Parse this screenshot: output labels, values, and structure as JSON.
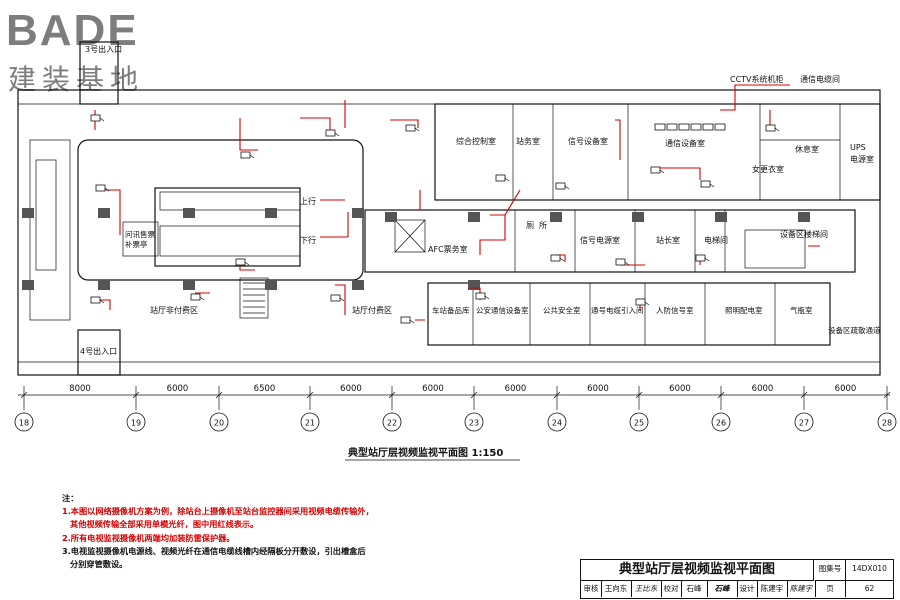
{
  "logo": {
    "mark": "BADE",
    "subtitle": "建装基地"
  },
  "plan": {
    "title": "典型站厅层视频监视平面图 1:150",
    "entrances": {
      "north": "3号出入口",
      "south": "4号出入口"
    },
    "rooms": {
      "cctv_cabinet": "CCTV系统机柜",
      "comm_cable_room": "通信电缆间",
      "integrated_control": "综合控制室",
      "station_office": "站务室",
      "signal_equipment": "信号设备室",
      "comm_equipment": "通信设备室",
      "rest_room": "休息室",
      "female_changing": "女更衣室",
      "ups_room": "UPS\n电源室",
      "ticket_office": "问讯售票\n补票亭",
      "up_line": "上行",
      "down_line": "下行",
      "afc_ticket": "AFC票务室",
      "toilet_m": "厕",
      "toilet_f": "所",
      "signal_power": "信号电源室",
      "station_master": "站长室",
      "elevator_room": "电梯间",
      "equipment_stair": "设备区楼梯间",
      "unpaid_area": "站厅非付费区",
      "paid_area": "站厅付费区",
      "station_storage": "车站备品库",
      "police_comm": "公安通信设备室",
      "public_security": "公共安全室",
      "comm_cable_entry": "通号电缆引入间",
      "civil_defense": "人防信号室",
      "lighting_power": "照明配电室",
      "gas_room": "气瓶室",
      "equipment_corridor": "设备区疏散通道"
    },
    "dimensions": [
      "8000",
      "6000",
      "6500",
      "6000",
      "6000",
      "6000",
      "6000",
      "6000",
      "6000",
      "6000"
    ],
    "axes": [
      "18",
      "19",
      "20",
      "21",
      "22",
      "23",
      "24",
      "25",
      "26",
      "27",
      "28"
    ]
  },
  "notes": {
    "heading": "注：",
    "line1": "1.本图以网络摄像机方案为例，除站台上摄像机至站台监控器间采用视频电缆传输外，",
    "line1b": "其他视频传输全部采用单模光纤，图中用红线表示。",
    "line2": "2.所有电视监视摄像机两端均加装防雷保护器。",
    "line3": "3.电视监视摄像机电源线、视频光纤在通信电缆线槽内经隔板分开敷设，引出槽盒后",
    "line3b": "分别穿管敷设。"
  },
  "title_block": {
    "title": "典型站厅层视频监视平面图",
    "atlas_label": "图集号",
    "atlas_no": "14DX010",
    "review_label": "审核",
    "reviewer": "王向东",
    "reviewer_sign": "王比东",
    "check_label": "校对",
    "checker": "石峰",
    "checker_sign": "石峰",
    "design_label": "设计",
    "designer": "陈建宇",
    "designer_sign": "陈建宇",
    "page_label": "页",
    "page_no": "62"
  },
  "colors": {
    "wire_red": "#d40000",
    "line": "#111111",
    "logo_gray": "#7d7d7d"
  }
}
